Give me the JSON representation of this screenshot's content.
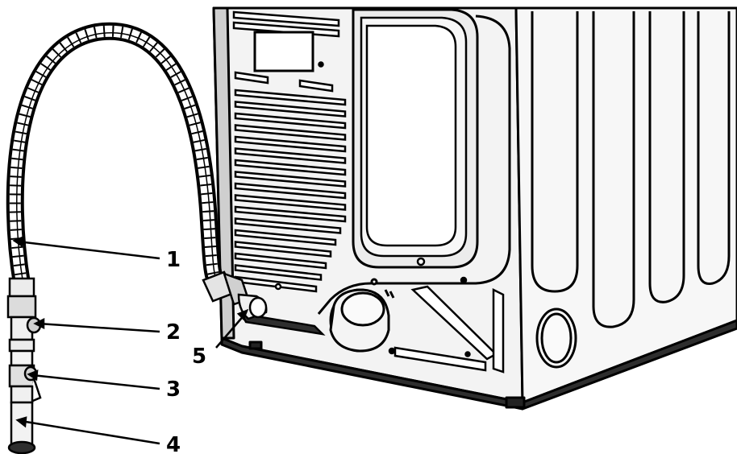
{
  "callouts": [
    {
      "id": "1",
      "label": "1"
    },
    {
      "id": "2",
      "label": "2"
    },
    {
      "id": "3",
      "label": "3"
    },
    {
      "id": "4",
      "label": "4"
    },
    {
      "id": "5",
      "label": "5"
    }
  ],
  "colors": {
    "line": "#000000",
    "panel": "#f2f2f2",
    "shade": "#d6d6d6",
    "dark": "#3a3a3a",
    "background": "#ffffff"
  }
}
